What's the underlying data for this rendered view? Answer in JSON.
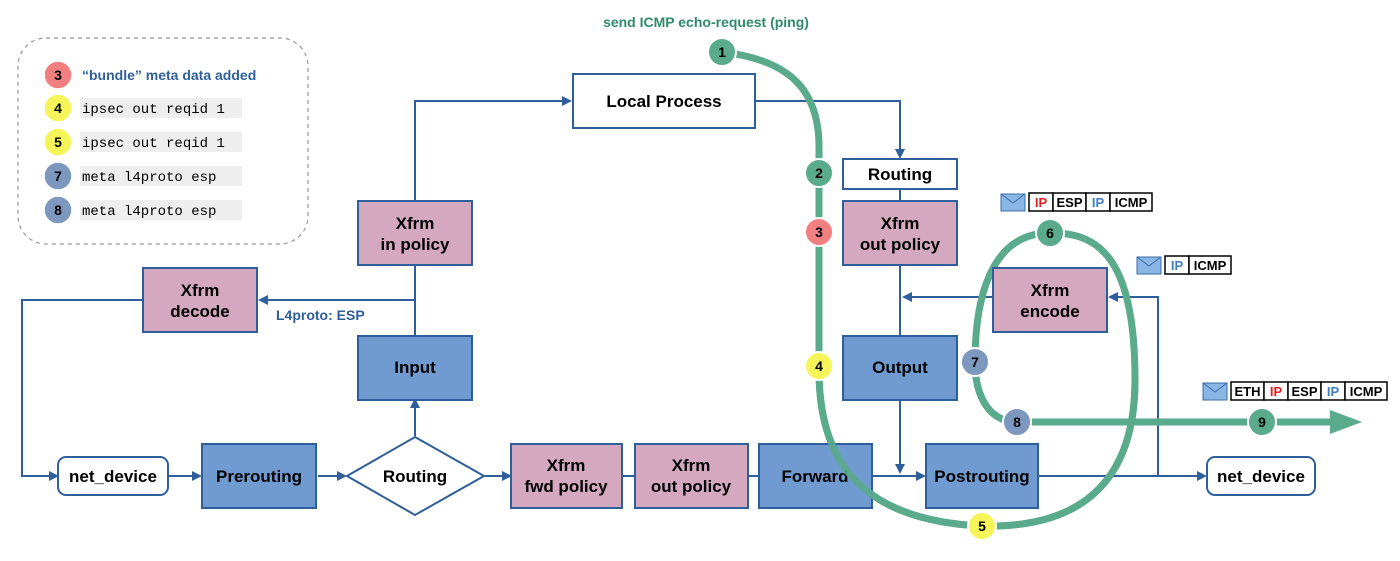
{
  "top_label": "send ICMP echo-request (ping)",
  "l4proto_label": "L4proto: ESP",
  "legend": [
    {
      "num": "3",
      "text": "“bundle” meta data added",
      "color": "#f28080",
      "mono": false
    },
    {
      "num": "4",
      "text": "ipsec out reqid 1",
      "color": "#f5f55a",
      "mono": true
    },
    {
      "num": "5",
      "text": "ipsec out reqid 1",
      "color": "#f5f55a",
      "mono": true
    },
    {
      "num": "7",
      "text": "meta l4proto esp",
      "color": "#7d98bf",
      "mono": true
    },
    {
      "num": "8",
      "text": "meta l4proto esp",
      "color": "#7d98bf",
      "mono": true
    }
  ],
  "boxes": {
    "local_process": "Local Process",
    "routing_top": "Routing",
    "xfrm_in_policy": [
      "Xfrm",
      "in policy"
    ],
    "xfrm_out_policy_top": [
      "Xfrm",
      "out policy"
    ],
    "xfrm_decode": [
      "Xfrm",
      "decode"
    ],
    "xfrm_encode": [
      "Xfrm",
      "encode"
    ],
    "input": "Input",
    "output": "Output",
    "net_device_left": "net_device",
    "prerouting": "Prerouting",
    "routing_diamond": "Routing",
    "xfrm_fwd_policy": [
      "Xfrm",
      "fwd policy"
    ],
    "xfrm_out_policy_bottom": [
      "Xfrm",
      "out policy"
    ],
    "forward": "Forward",
    "postrouting": "Postrouting",
    "net_device_right": "net_device"
  },
  "markers": [
    {
      "num": "1",
      "color": "#5aaa8c"
    },
    {
      "num": "2",
      "color": "#5aaa8c"
    },
    {
      "num": "3",
      "color": "#f28080"
    },
    {
      "num": "4",
      "color": "#f5f55a"
    },
    {
      "num": "5",
      "color": "#f5f55a"
    },
    {
      "num": "6",
      "color": "#5aaa8c"
    },
    {
      "num": "7",
      "color": "#7d98bf"
    },
    {
      "num": "8",
      "color": "#7d98bf"
    },
    {
      "num": "9",
      "color": "#5aaa8c"
    }
  ],
  "packet_headers": {
    "h6": [
      {
        "t": "IP",
        "c": "#e02020"
      },
      {
        "t": "ESP",
        "c": "#000000"
      },
      {
        "t": "IP",
        "c": "#3a7fc0"
      },
      {
        "t": "ICMP",
        "c": "#000000"
      }
    ],
    "h_encode": [
      {
        "t": "IP",
        "c": "#3a7fc0"
      },
      {
        "t": "ICMP",
        "c": "#000000"
      }
    ],
    "h9": [
      {
        "t": "ETH",
        "c": "#000000"
      },
      {
        "t": "IP",
        "c": "#e02020"
      },
      {
        "t": "ESP",
        "c": "#000000"
      },
      {
        "t": "IP",
        "c": "#3a7fc0"
      },
      {
        "t": "ICMP",
        "c": "#000000"
      }
    ]
  },
  "colors": {
    "flow_blue": "#2f5f9b",
    "path_green": "#5aaa8c",
    "box_blue_fill": "#6f9bd1",
    "box_pink_fill": "#d4a8bf",
    "box_border": "#2f5f9b"
  },
  "icons": [
    "envelope-icon"
  ]
}
